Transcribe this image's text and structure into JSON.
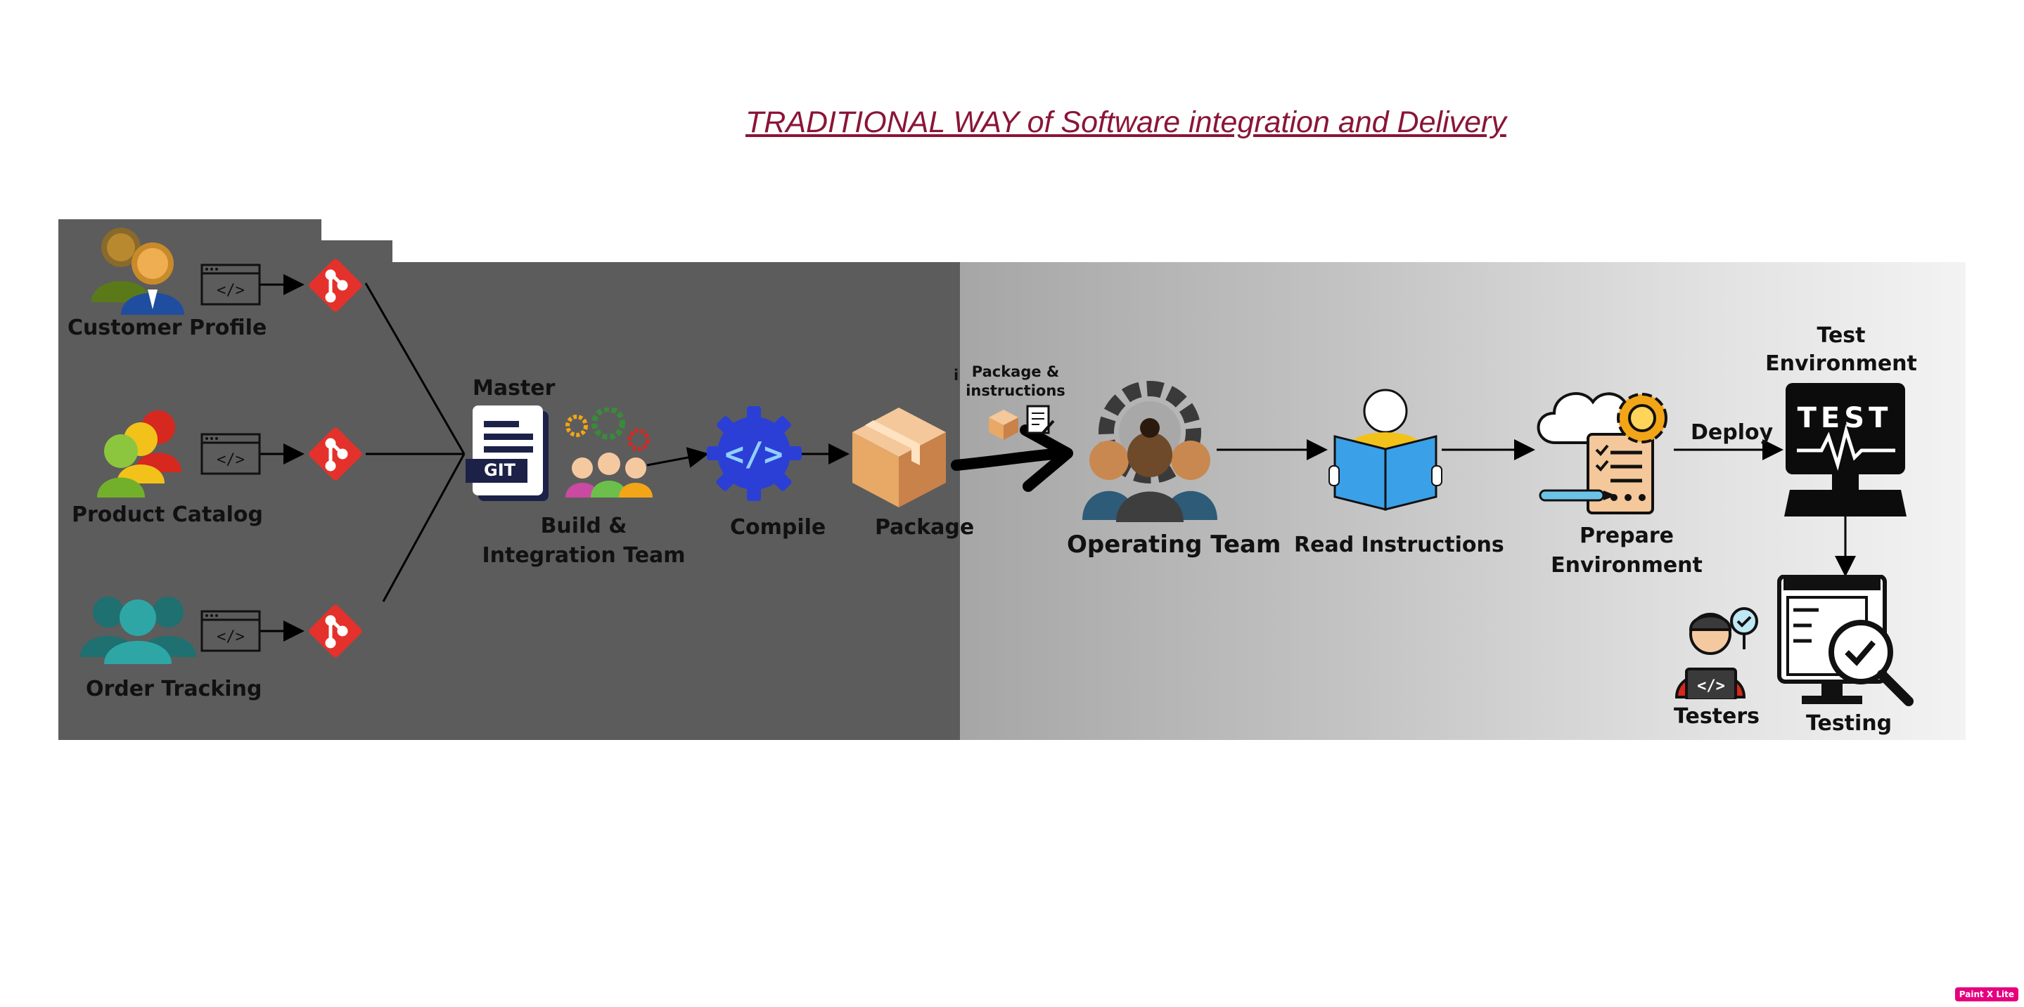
{
  "title": "TRADITIONAL WAY of Software integration and Delivery",
  "modules": [
    {
      "label": "Customer Profile"
    },
    {
      "label": "Product Catalog"
    },
    {
      "label": "Order Tracking"
    }
  ],
  "master_label": "Master",
  "git_label": "GIT",
  "build_team_label": "Build &\nIntegration Team",
  "compile_label": "Compile",
  "package_label": "Package",
  "package_instructions_label": "Package &\ninstructions",
  "stray_label": "i",
  "operating_team_label": "Operating Team",
  "read_instructions_label": "Read Instructions",
  "prepare_environment_label": "Prepare\nEnvironment",
  "deploy_label": "Deploy",
  "test_environment_label": "Test\nEnvironment",
  "test_screen_text": "TEST",
  "testers_label": "Testers",
  "testing_label": "Testing",
  "watermark": "Paint X Lite",
  "colors": {
    "title": "#8a1538",
    "dark_panel": "#5c5c5c",
    "git_red": "#e4312b",
    "compile_blue": "#2b3fd6",
    "box": "#e8a866",
    "book": "#3aa0e8"
  }
}
